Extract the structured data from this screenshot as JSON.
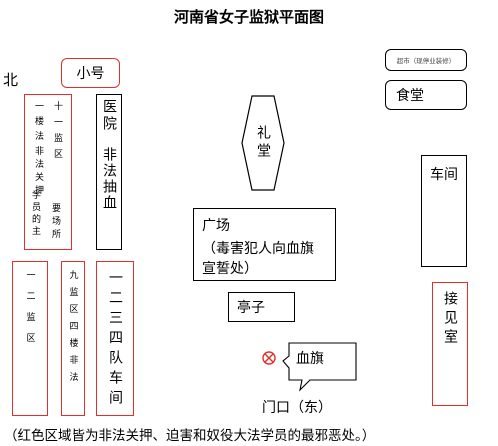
{
  "title": "河南省女子监狱平面图",
  "north": "北",
  "note": "（红色区域皆为非法关押、迫害和奴役大法学员的最邪恶处。）",
  "rooms": {
    "xiaohao": "小号",
    "col_a": "十一监区",
    "col_b": "一楼法",
    "col_c": "非法关押",
    "col_d": "学员的主",
    "col_e": "要场所",
    "hospital_a": "医院",
    "hospital_b": "非法抽血",
    "dist12": "一二监区",
    "dist9": "九监区四楼非法",
    "team4": "一二三四队车间",
    "auditorium": "礼堂",
    "square_title": "广场",
    "square_sub": "（毒害犯人向血旗宣誓处）",
    "pavilion": "亭子",
    "flag": "血旗",
    "gate": "门口（东）",
    "supermarket": "超市（现停业装修）",
    "canteen": "食堂",
    "workshop": "车间",
    "visit_room": "接见室"
  },
  "colors": {
    "red": "#e0302b",
    "black": "#000000"
  }
}
